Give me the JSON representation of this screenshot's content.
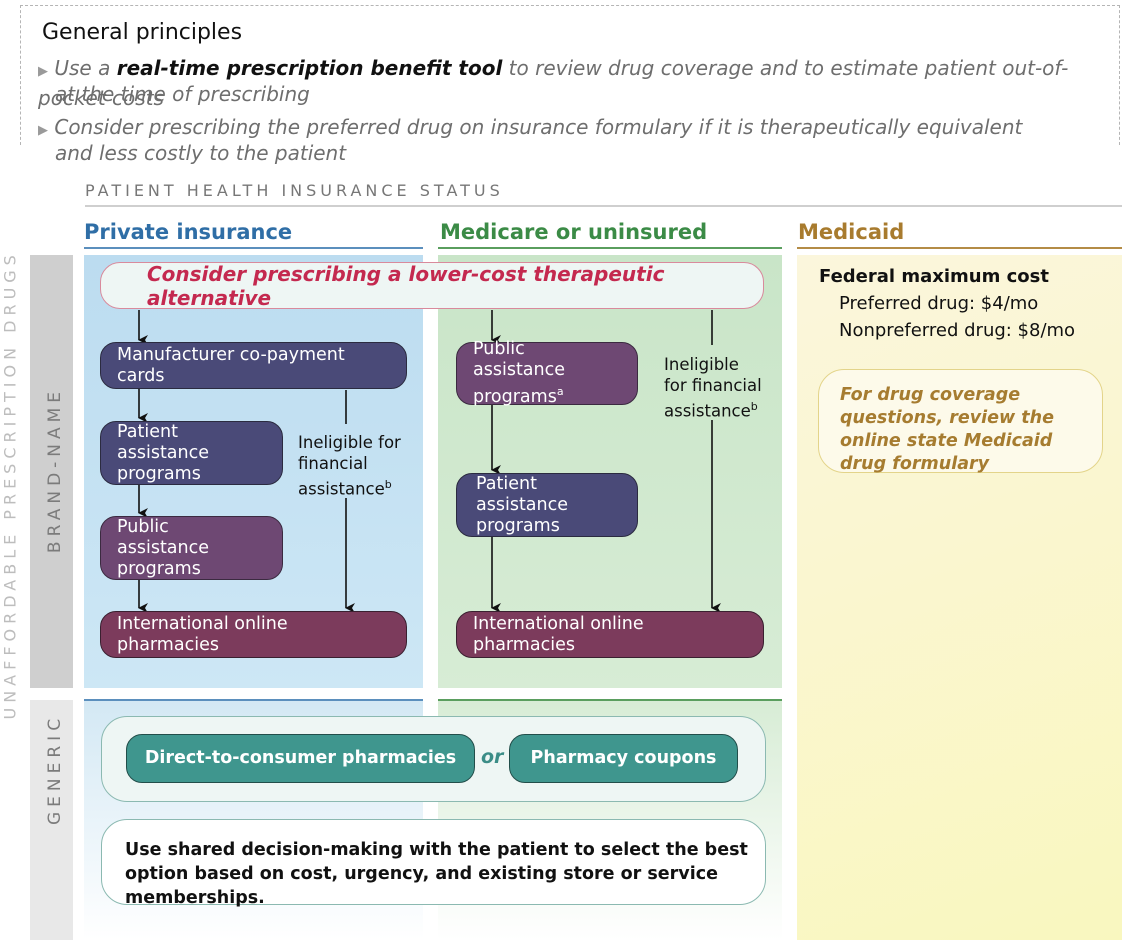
{
  "principles": {
    "title": "General principles",
    "bullet_glyph": "▶",
    "item1_pre": "Use a ",
    "item1_bold": "real-time prescription benefit tool",
    "item1_post": " to review drug coverage and to estimate patient out-of-pocket costs",
    "item1_line2": "at the time of prescribing",
    "item2_line1": "Consider prescribing the preferred drug on insurance formulary if it is therapeutically equivalent",
    "item2_line2": "and less costly to the patient"
  },
  "status": {
    "label": "PATIENT HEALTH INSURANCE STATUS",
    "private": "Private insurance",
    "medicare": "Medicare or uninsured",
    "medicaid": "Medicaid"
  },
  "side": {
    "outer": "UNAFFORDABLE PRESCRIPTION DRUGS",
    "brand": "BRAND-NAME",
    "generic": "GENERIC"
  },
  "brand": {
    "lower_cost": "Consider prescribing a lower-cost therapeutic alternative",
    "private": {
      "copay": "Manufacturer co-payment cards",
      "patient_assist": "Patient assistance programs",
      "public_assist": "Public assistance programs",
      "intl": "International online pharmacies",
      "ineligible": "Ineligible for financial assistance",
      "ineligible_note": "b"
    },
    "medicare": {
      "public_assist": "Public assistance programs",
      "public_note": "a",
      "patient_assist": "Patient assistance programs",
      "intl": "International online pharmacies",
      "ineligible": "Ineligible for financial assistance",
      "ineligible_note": "b"
    }
  },
  "medicaid": {
    "title": "Federal maximum cost",
    "preferred": "Preferred drug: $4/mo",
    "nonpreferred": "Nonpreferred drug: $8/mo",
    "note": "For drug coverage questions, review the online state Medicaid drug formulary"
  },
  "generic": {
    "dtc": "Direct-to-consumer pharmacies",
    "or": "or",
    "coupons": "Pharmacy coupons",
    "shared": "Use shared decision-making with the patient to select the best option based on cost, urgency, and existing store or service memberships."
  },
  "colors": {
    "private": "#2f6ea6",
    "medicare": "#3b8b46",
    "medicaid": "#a87b2e",
    "navy": "#4a4a78",
    "purple": "#6e4873",
    "plum": "#7c3b5c",
    "teal": "#3f968e",
    "alt_text": "#c4294f"
  }
}
